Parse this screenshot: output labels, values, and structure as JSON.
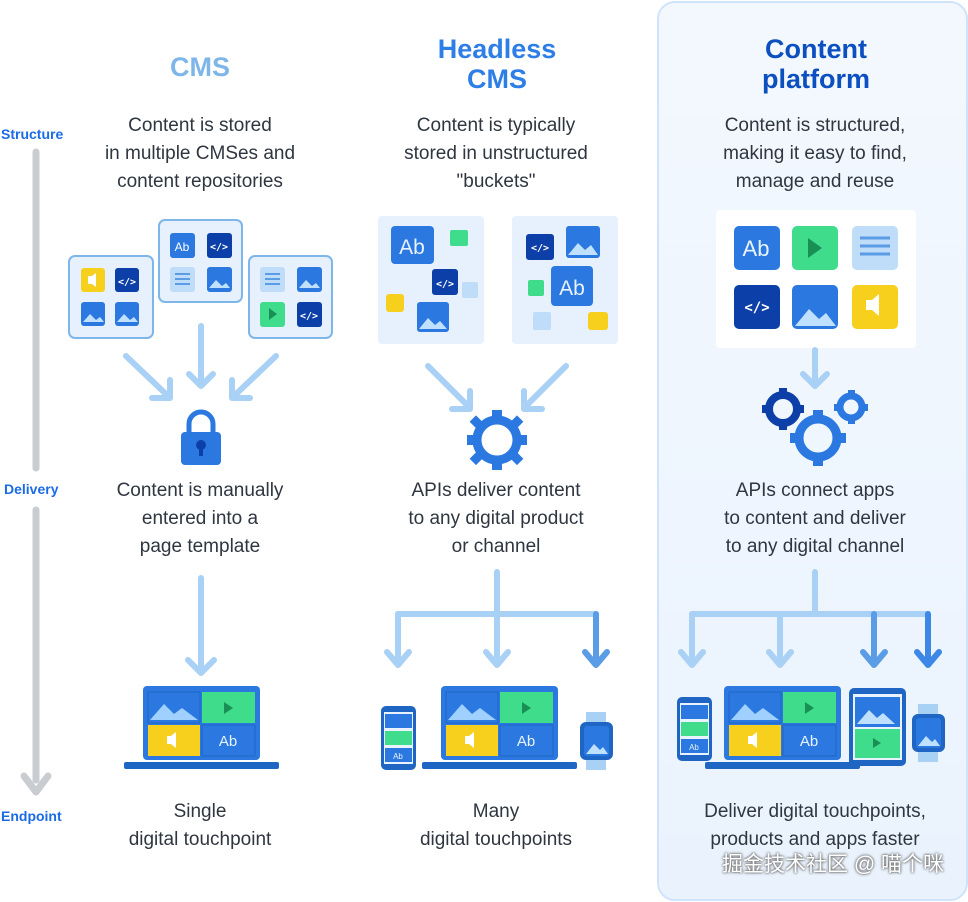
{
  "labels": {
    "structure": "Structure",
    "delivery": "Delivery",
    "endpoint": "Endpoint"
  },
  "columns": [
    {
      "title": "CMS",
      "structure_text": "Content is stored\nin multiple CMSes and\ncontent repositories",
      "delivery_text": "Content is manually\nentered into a\npage template",
      "endpoint_text": "Single\ndigital touchpoint",
      "title_color": "#7fb6ea"
    },
    {
      "title": "Headless\nCMS",
      "structure_text": "Content is typically\nstored in unstructured\n\"buckets\"",
      "delivery_text": "APIs deliver content\nto any digital product\nor channel",
      "endpoint_text": "Many\ndigital touchpoints",
      "title_color": "#2d7ee6"
    },
    {
      "title": "Content\nplatform",
      "structure_text": "Content is structured,\nmaking it easy to find,\nmanage and reuse",
      "delivery_text": "APIs connect apps\nto content and deliver\nto any digital channel",
      "endpoint_text": "Deliver digital touchpoints,\nproducts and apps faster",
      "title_color": "#0c4fc0"
    }
  ],
  "tiles": {
    "text": "Ab",
    "code": "</>"
  },
  "watermark": "掘金技术社区 @ 喵个咪",
  "colors": {
    "blue": "#2b79e0",
    "navy": "#0d3fa8",
    "light_blue": "#a9d0f5",
    "green": "#3fdc8c",
    "yellow": "#f7cf1d",
    "grey": "#c9ccd1",
    "panel": "#eef5fd"
  }
}
